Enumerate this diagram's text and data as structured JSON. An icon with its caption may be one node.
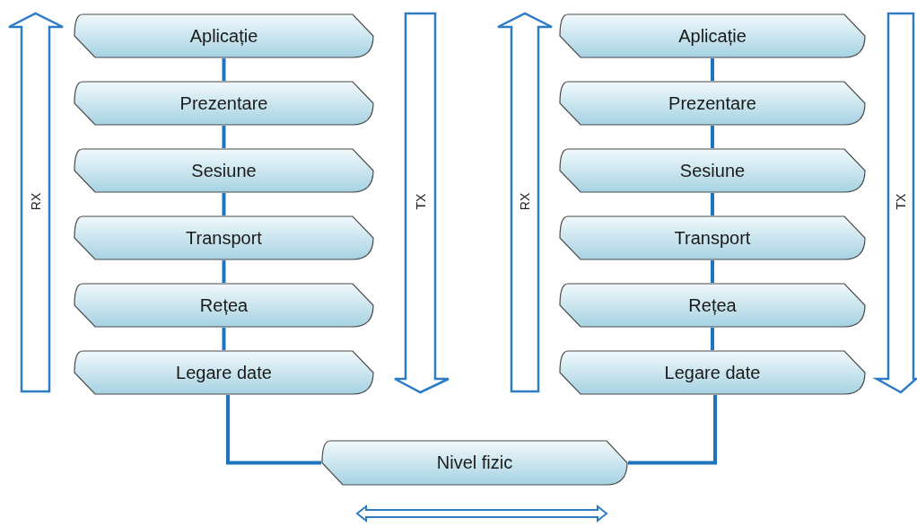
{
  "diagram": {
    "nodes": [
      {
        "text": [
          "Aplicație"
        ]
      },
      {
        "text": [
          "Prezentare"
        ]
      },
      {
        "text": [
          "Sesiune"
        ]
      },
      {
        "text": [
          "Transport"
        ]
      },
      {
        "text": [
          "Rețea"
        ]
      },
      {
        "text": [
          "Legare date"
        ]
      },
      {
        "text": [
          "Aplicație"
        ]
      },
      {
        "text": [
          "Prezentare"
        ]
      },
      {
        "text": [
          "Sesiune"
        ]
      },
      {
        "text": [
          "Transport"
        ]
      },
      {
        "text": [
          "Rețea"
        ]
      },
      {
        "text": [
          "Legare date"
        ]
      },
      {
        "text": [
          "Nivel fizic"
        ]
      }
    ],
    "edges": [
      {
        "from": 0,
        "to": 1,
        "arrow": "none"
      },
      {
        "from": 1,
        "to": 2,
        "arrow": "none"
      },
      {
        "from": 2,
        "to": 3,
        "arrow": "none"
      },
      {
        "from": 3,
        "to": 4,
        "arrow": "none"
      },
      {
        "from": 4,
        "to": 5,
        "arrow": "none"
      },
      {
        "from": 6,
        "to": 7,
        "arrow": "none"
      },
      {
        "from": 7,
        "to": 8,
        "arrow": "none"
      },
      {
        "from": 8,
        "to": 9,
        "arrow": "none"
      },
      {
        "from": 9,
        "to": 10,
        "arrow": "none"
      },
      {
        "from": 10,
        "to": 11,
        "arrow": "none"
      },
      {
        "from": 5,
        "to": 12,
        "arrow": "none"
      },
      {
        "from": 11,
        "to": 12,
        "arrow": "none"
      }
    ],
    "labels": [
      "RX",
      "TX",
      "RX",
      "TX"
    ]
  }
}
